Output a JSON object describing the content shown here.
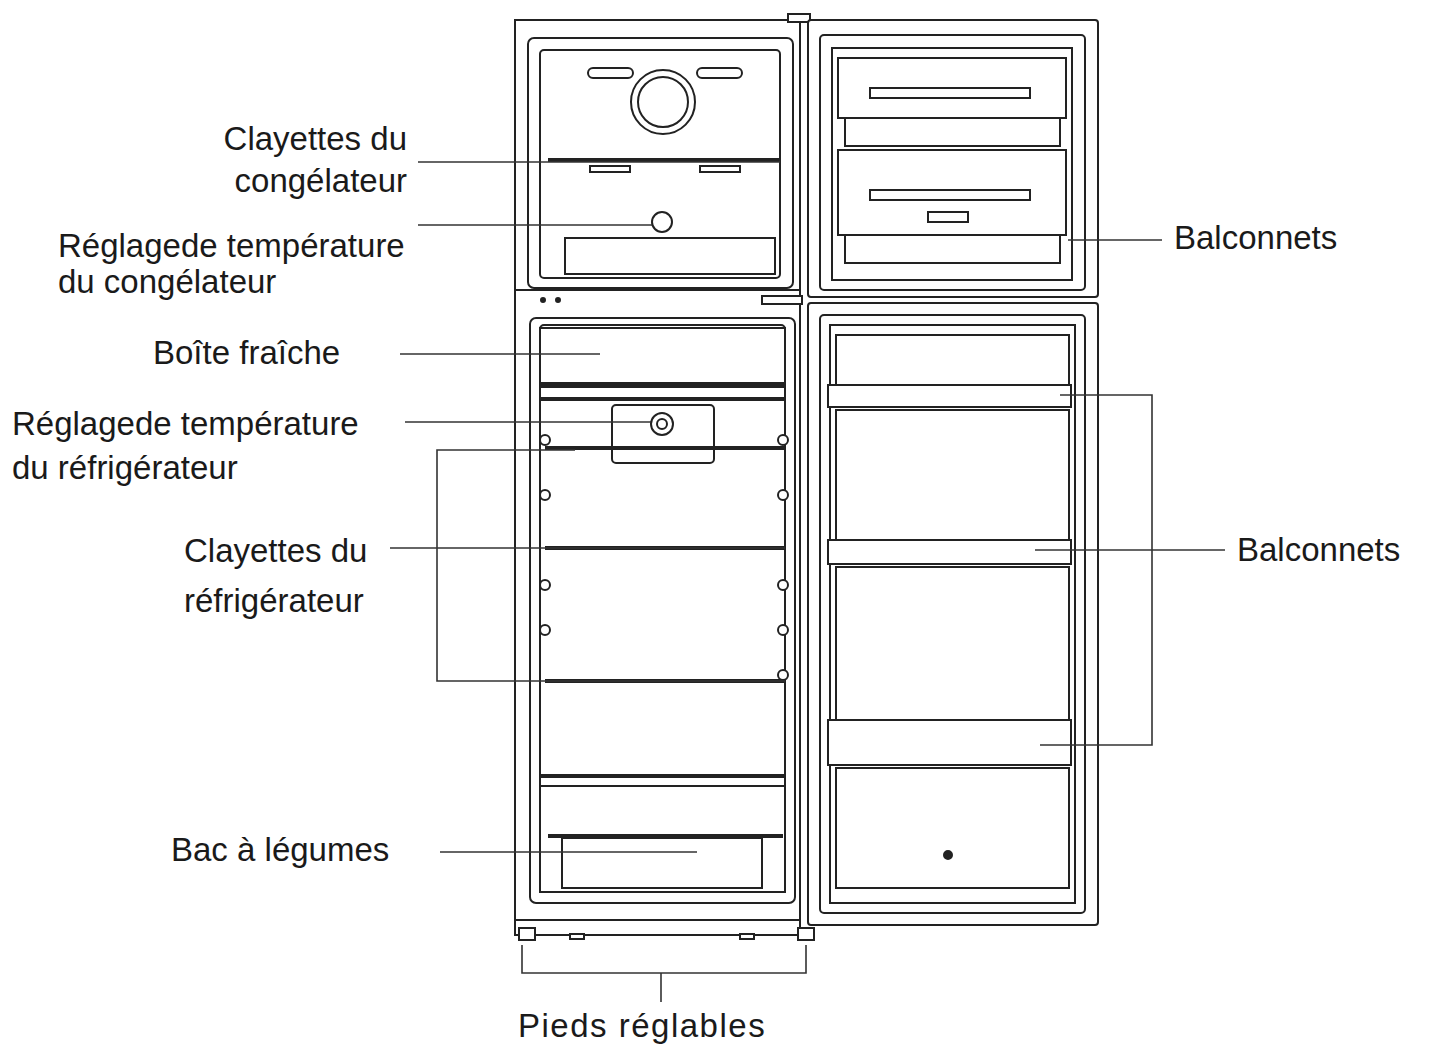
{
  "diagram": {
    "labels": [
      "Clayettes du congélateur",
      "Réglagede température du congélateur",
      "Boîte fraîche",
      "Réglagede température du réfrigérateur",
      "Clayettes du réfrigérateur",
      "Bac à légumes",
      "Pieds réglables",
      "Balconnets",
      "Balconnets"
    ]
  }
}
